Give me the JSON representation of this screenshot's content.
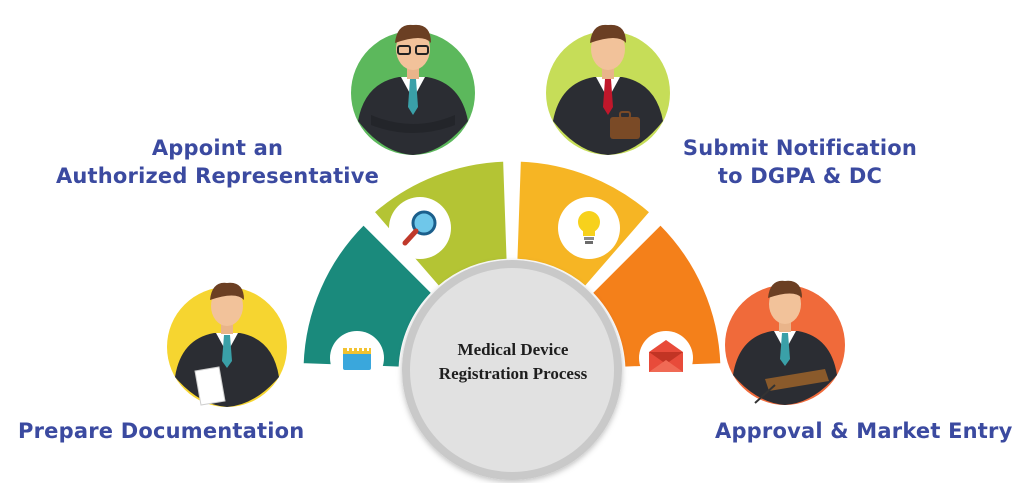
{
  "center": {
    "line1": "Medical Device",
    "line2": "Registration Process"
  },
  "steps": [
    {
      "label_lines": [
        "Prepare Documentation"
      ],
      "segment_color": "#1a8a7c",
      "icon": "calendar-icon",
      "avatar_bg": "#f6d530"
    },
    {
      "label_lines": [
        "Appoint an",
        "Authorized Representative"
      ],
      "segment_color": "#b4c434",
      "icon": "magnifier-icon",
      "avatar_bg": "#5cb85c"
    },
    {
      "label_lines": [
        "Submit Notification",
        "to DGPA & DC"
      ],
      "segment_color": "#f6b524",
      "icon": "lightbulb-icon",
      "avatar_bg": "#c6dd58"
    },
    {
      "label_lines": [
        "Approval & Market Entry"
      ],
      "segment_color": "#f4801a",
      "icon": "envelope-icon",
      "avatar_bg": "#f06a3a"
    }
  ],
  "colors": {
    "label_text": "#3b4aa0",
    "center_fill": "#e1e1e1",
    "center_ring": "#9c9c9c"
  }
}
